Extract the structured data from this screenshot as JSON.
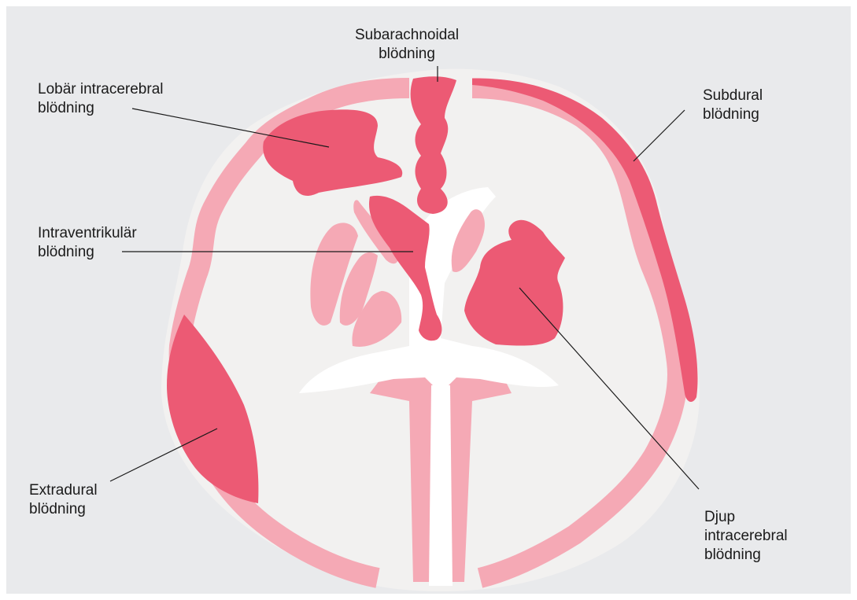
{
  "labels": {
    "subarachnoidal": [
      "Subarachnoidal",
      "blödning"
    ],
    "lobar": [
      "Lobär intracerebral",
      "blödning"
    ],
    "subdural": [
      "Subdural",
      "blödning"
    ],
    "intraventricular": [
      "Intraventrikulär",
      "blödning"
    ],
    "extradural": [
      "Extradural",
      "blödning"
    ],
    "deep": [
      "Djup",
      "intracerebral",
      "blödning"
    ]
  },
  "colors": {
    "background": "#e9eaec",
    "brain_white_matter": "#f2f1f0",
    "cortex": "#f5a9b5",
    "hemorrhage": "#ec5a74",
    "ventricle": "#ffffff",
    "leader_line": "#1a1a1a"
  }
}
